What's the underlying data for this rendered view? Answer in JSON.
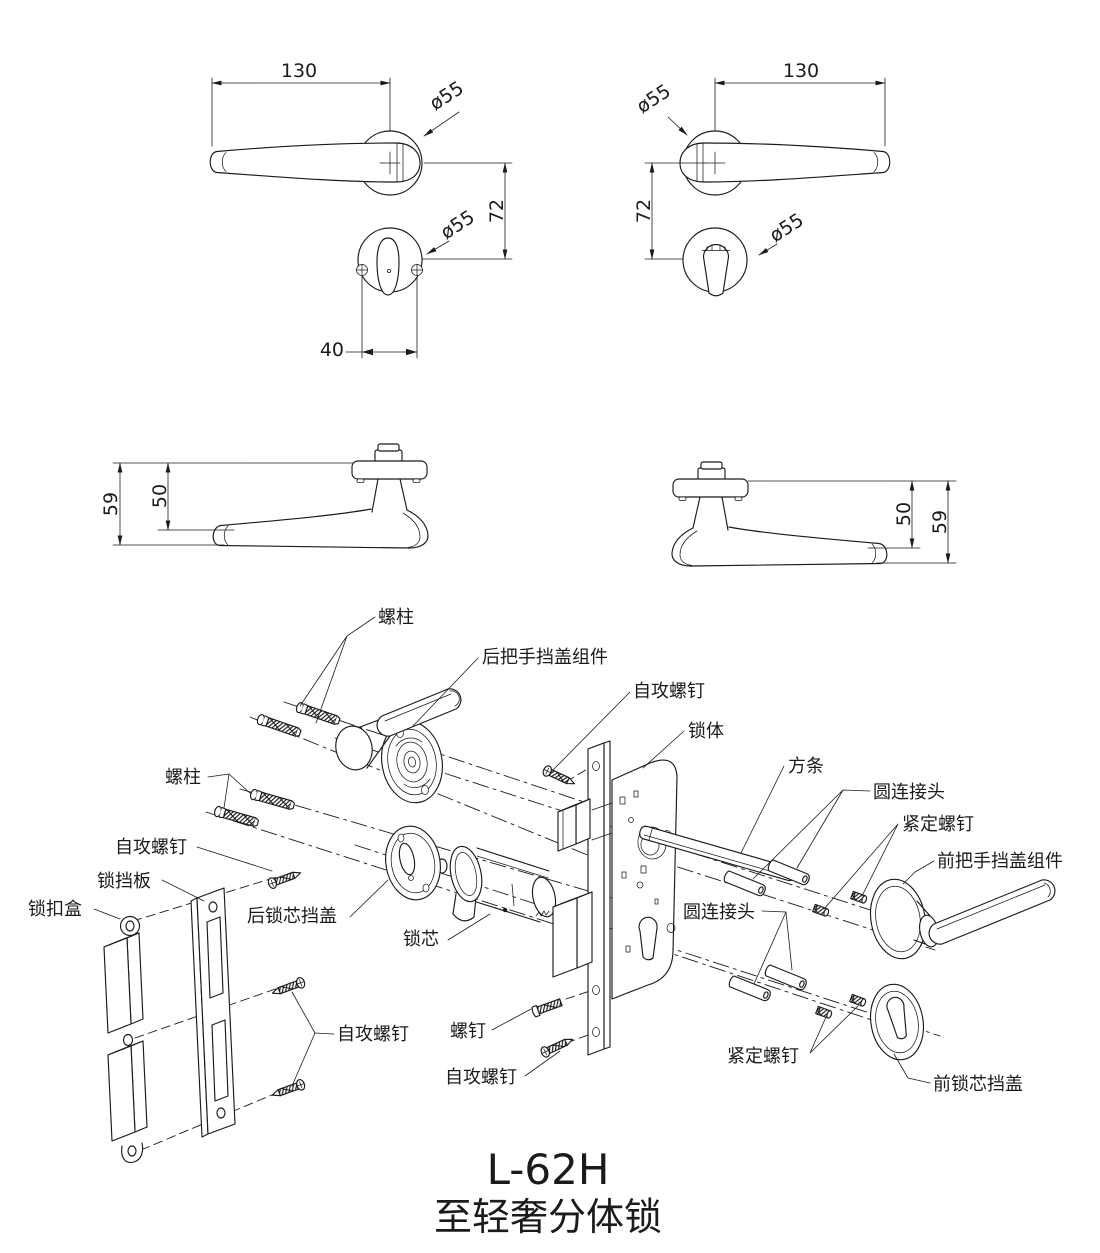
{
  "product": {
    "model": "L-62H",
    "name": "至轻奢分体锁"
  },
  "colors": {
    "line": "#1b1b1b",
    "background": "#ffffff"
  },
  "views": {
    "front_left": {
      "dim_width": "130",
      "dia_rose": "ø55",
      "dim_center_distance": "72",
      "dia_escutcheon": "ø55",
      "dim_screw_spacing": "40"
    },
    "front_right": {
      "dim_width": "130",
      "dia_rose": "ø55",
      "dim_center_distance": "72",
      "dia_escutcheon": "ø55"
    },
    "side_left": {
      "dim_total_height": "59",
      "dim_rose_height": "50"
    },
    "side_right": {
      "dim_total_height": "59",
      "dim_rose_height": "50"
    }
  },
  "exploded": {
    "stud_top": "螺柱",
    "rear_handle_cover_assembly": "后把手挡盖组件",
    "tapping_screw_top": "自攻螺钉",
    "lock_body": "锁体",
    "square_spindle": "方条",
    "round_connector_upper": "圆连接头",
    "set_screw_upper": "紧定螺钉",
    "front_handle_cover_assembly": "前把手挡盖组件",
    "stud_left": "螺柱",
    "tapping_screw_left": "自攻螺钉",
    "strike_plate": "锁挡板",
    "latch_box": "锁扣盒",
    "rear_cylinder_cover": "后锁芯挡盖",
    "lock_cylinder": "锁芯",
    "round_connector_lower": "圆连接头",
    "tapping_screw_bottom_left": "自攻螺钉",
    "screw": "螺钉",
    "tapping_screw_bottom_mid": "自攻螺钉",
    "set_screw_lower": "紧定螺钉",
    "front_cylinder_cover": "前锁芯挡盖"
  }
}
